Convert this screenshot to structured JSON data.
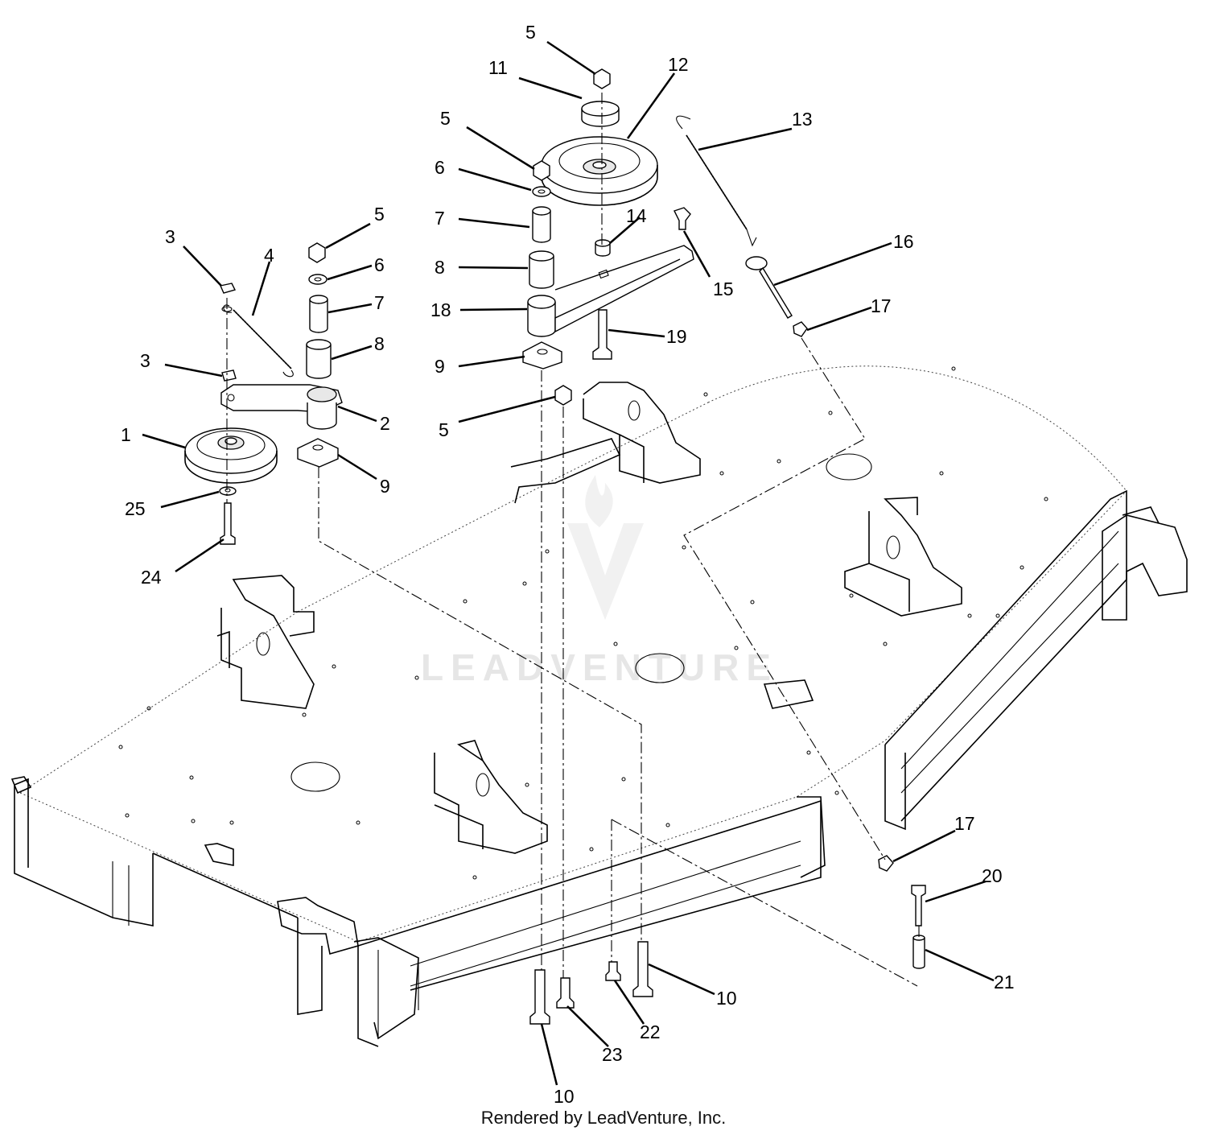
{
  "watermark": {
    "text": "LEADVENTURE"
  },
  "footer": {
    "text": "Rendered by LeadVenture, Inc."
  },
  "callouts": [
    {
      "id": "c5a",
      "label": "5"
    },
    {
      "id": "c11",
      "label": "11"
    },
    {
      "id": "c12",
      "label": "12"
    },
    {
      "id": "c5b",
      "label": "5"
    },
    {
      "id": "c13",
      "label": "13"
    },
    {
      "id": "c6a",
      "label": "6"
    },
    {
      "id": "c7a",
      "label": "7"
    },
    {
      "id": "c14",
      "label": "14"
    },
    {
      "id": "c15",
      "label": "15"
    },
    {
      "id": "c16",
      "label": "16"
    },
    {
      "id": "c8a",
      "label": "8"
    },
    {
      "id": "c18",
      "label": "18"
    },
    {
      "id": "c17a",
      "label": "17"
    },
    {
      "id": "c19",
      "label": "19"
    },
    {
      "id": "c9a",
      "label": "9"
    },
    {
      "id": "c5c",
      "label": "5"
    },
    {
      "id": "c3a",
      "label": "3"
    },
    {
      "id": "c4",
      "label": "4"
    },
    {
      "id": "c5d",
      "label": "5"
    },
    {
      "id": "c6b",
      "label": "6"
    },
    {
      "id": "c7b",
      "label": "7"
    },
    {
      "id": "c8b",
      "label": "8"
    },
    {
      "id": "c3b",
      "label": "3"
    },
    {
      "id": "c2",
      "label": "2"
    },
    {
      "id": "c1",
      "label": "1"
    },
    {
      "id": "c9b",
      "label": "9"
    },
    {
      "id": "c25",
      "label": "25"
    },
    {
      "id": "c24",
      "label": "24"
    },
    {
      "id": "c17b",
      "label": "17"
    },
    {
      "id": "c20",
      "label": "20"
    },
    {
      "id": "c21",
      "label": "21"
    },
    {
      "id": "c10a",
      "label": "10"
    },
    {
      "id": "c22",
      "label": "22"
    },
    {
      "id": "c23",
      "label": "23"
    },
    {
      "id": "c10b",
      "label": "10"
    }
  ]
}
